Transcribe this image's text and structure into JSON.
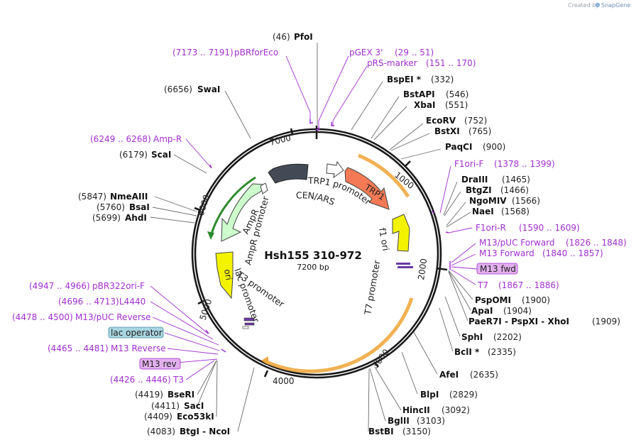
{
  "header": {
    "brand_prefix": "Created by",
    "brand_name": "SnapGene"
  },
  "map": {
    "name": "Hsh155 310-972",
    "size_label": "7200 bp",
    "total_bp": 7200,
    "tick_labels": [
      "1000",
      "2000",
      "3000",
      "4000",
      "5000",
      "6000",
      "7000"
    ]
  },
  "colors": {
    "backbone": "#1a1a1a",
    "site_label": "#111111",
    "primer_label": "#a12ed0",
    "promoter_fill": "#ffffff",
    "trp1_fill": "#f47a55",
    "cen_ars_fill": "#434a55",
    "f1ori_fill": "#f3f300",
    "ori_fill": "#f3f300",
    "ampr_fill": "#ccffcc",
    "promoter_arc": "#f0a840",
    "amp_arc": "#2e8b2e",
    "lac_operator_box": "#a8d5e2",
    "primer_box": "#e3b0ee"
  },
  "features": {
    "trp1_promoter": "TRP1 promoter",
    "trp1": "TRP1",
    "cen_ars": "CEN/ARS",
    "f1_ori": "f1 ori",
    "t7_promoter": "T7 promoter",
    "ori": "ori",
    "t3_promoter": "T3 promoter",
    "lac_promoter": "lac promoter",
    "ampr_promoter": "AmpR promoter",
    "ampr": "AmpR"
  },
  "sites": [
    {
      "pos": "(46)",
      "name": "PfoI"
    },
    {
      "pos": "(7173 .. 7191)",
      "name": "pBRforEco",
      "primer": true
    },
    {
      "pos": "(29 .. 51)",
      "name": "pGEX 3'",
      "primer": true
    },
    {
      "pos": "(151 .. 170)",
      "name": "pRS-marker",
      "primer": true
    },
    {
      "pos": "(332)",
      "name": "BspEI *"
    },
    {
      "pos": "(6656)",
      "name": "SwaI"
    },
    {
      "pos": "(546)",
      "name": "BstAPI"
    },
    {
      "pos": "(551)",
      "name": "XbaI"
    },
    {
      "pos": "(752)",
      "name": "EcoRV"
    },
    {
      "pos": "(765)",
      "name": "BstXI"
    },
    {
      "pos": "(900)",
      "name": "PaqCI"
    },
    {
      "pos": "(6249 .. 6268)",
      "name": "Amp-R",
      "primer": true
    },
    {
      "pos": "(6179)",
      "name": "ScaI"
    },
    {
      "pos": "(1378 .. 1399)",
      "name": "F1ori-F",
      "primer": true
    },
    {
      "pos": "(1465)",
      "name": "DraIII"
    },
    {
      "pos": "(1466)",
      "name": "BtgZI"
    },
    {
      "pos": "(1566)",
      "name": "NgoMIV"
    },
    {
      "pos": "(1568)",
      "name": "NaeI"
    },
    {
      "pos": "(1590 .. 1609)",
      "name": "F1ori-R",
      "primer": true
    },
    {
      "pos": "(5847)",
      "name": "NmeAIII"
    },
    {
      "pos": "(5760)",
      "name": "BsaI"
    },
    {
      "pos": "(5699)",
      "name": "AhdI"
    },
    {
      "pos": "(1826 .. 1848)",
      "name": "M13/pUC Forward",
      "primer": true
    },
    {
      "pos": "(1840 .. 1857)",
      "name": "M13 Forward",
      "primer": true
    },
    {
      "box": "M13 fwd"
    },
    {
      "pos": "(1867 .. 1886)",
      "name": "T7",
      "primer": true
    },
    {
      "pos": "(1900)",
      "name": "PspOMI"
    },
    {
      "pos": "(1904)",
      "name": "ApaI"
    },
    {
      "pos": "(1909)",
      "name": "PaeR7I - PspXI - XhoI"
    },
    {
      "pos": "(2202)",
      "name": "SphI"
    },
    {
      "pos": "(2335)",
      "name": "BclI *"
    },
    {
      "pos": "(4947 .. 4966)",
      "name": "pBR322ori-F",
      "primer": true
    },
    {
      "pos": "(4696 .. 4713)",
      "name": "L4440",
      "primer": true
    },
    {
      "pos": "(4478 .. 4500)",
      "name": "M13/pUC Reverse",
      "primer": true
    },
    {
      "box": "lac operator"
    },
    {
      "pos": "(4465 .. 4481)",
      "name": "M13 Reverse",
      "primer": true
    },
    {
      "box": "M13 rev"
    },
    {
      "pos": "(4426 .. 4446)",
      "name": "T3",
      "primer": true
    },
    {
      "pos": "(2635)",
      "name": "AfeI"
    },
    {
      "pos": "(2829)",
      "name": "BlpI"
    },
    {
      "pos": "(3092)",
      "name": "HincII"
    },
    {
      "pos": "(3103)",
      "name": "BglII"
    },
    {
      "pos": "(3150)",
      "name": "BstBI"
    },
    {
      "pos": "(4419)",
      "name": "BseRI"
    },
    {
      "pos": "(4411)",
      "name": "SacI"
    },
    {
      "pos": "(4409)",
      "name": "Eco53kI"
    },
    {
      "pos": "(4083)",
      "name": "BtgI - NcoI"
    }
  ]
}
